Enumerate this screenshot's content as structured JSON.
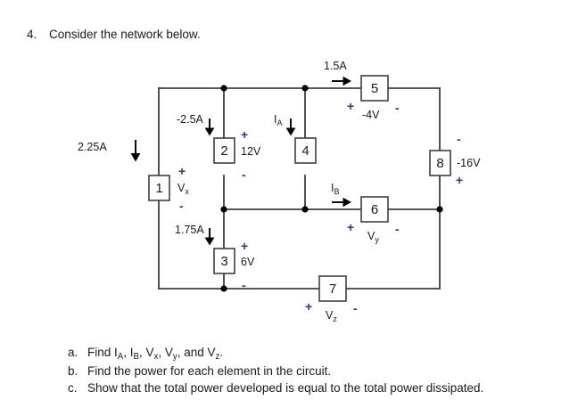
{
  "prompt": {
    "number": "4.",
    "text": "Consider the network below."
  },
  "parts": [
    {
      "marker": "a.",
      "text": "Find IA, IB, Vx, Vy, and Vz."
    },
    {
      "marker": "b.",
      "text": "Find the power for each element in the circuit."
    },
    {
      "marker": "c.",
      "text": "Show that the total power developed is equal to the total power dissipated."
    }
  ],
  "circuit": {
    "elements": [
      {
        "id": "1",
        "number": "1",
        "voltage_label": "Vx",
        "plus": "+",
        "minus": "-"
      },
      {
        "id": "2",
        "number": "2",
        "voltage_label": "12V",
        "plus": "+",
        "minus": "-"
      },
      {
        "id": "3",
        "number": "3",
        "voltage_label": "6V",
        "plus": "+",
        "minus": "-"
      },
      {
        "id": "4",
        "number": "4",
        "voltage_label": "",
        "plus": "",
        "minus": ""
      },
      {
        "id": "5",
        "number": "5",
        "voltage_label": "-4V",
        "plus": "+",
        "minus": "-"
      },
      {
        "id": "6",
        "number": "6",
        "voltage_label": "Vy",
        "plus": "+",
        "minus": "-"
      },
      {
        "id": "7",
        "number": "7",
        "voltage_label": "Vz",
        "plus": "+",
        "minus": "-"
      },
      {
        "id": "8",
        "number": "8",
        "voltage_label": "-16V",
        "plus": "+",
        "minus": "-"
      }
    ],
    "currents": [
      {
        "id": "source",
        "label": "2.25A",
        "direction": "down"
      },
      {
        "id": "branch2",
        "label": "-2.5A",
        "direction": "down"
      },
      {
        "id": "branch4",
        "label": "IA",
        "direction": "down"
      },
      {
        "id": "branch3",
        "label": "1.75A",
        "direction": "down"
      },
      {
        "id": "top",
        "label": "1.5A",
        "direction": "right"
      },
      {
        "id": "mid",
        "label": "IB",
        "direction": "right"
      }
    ],
    "colors": {
      "wire": "#3f3f3f",
      "text": "#1a1a1a",
      "sign": "#2b3a80"
    }
  }
}
